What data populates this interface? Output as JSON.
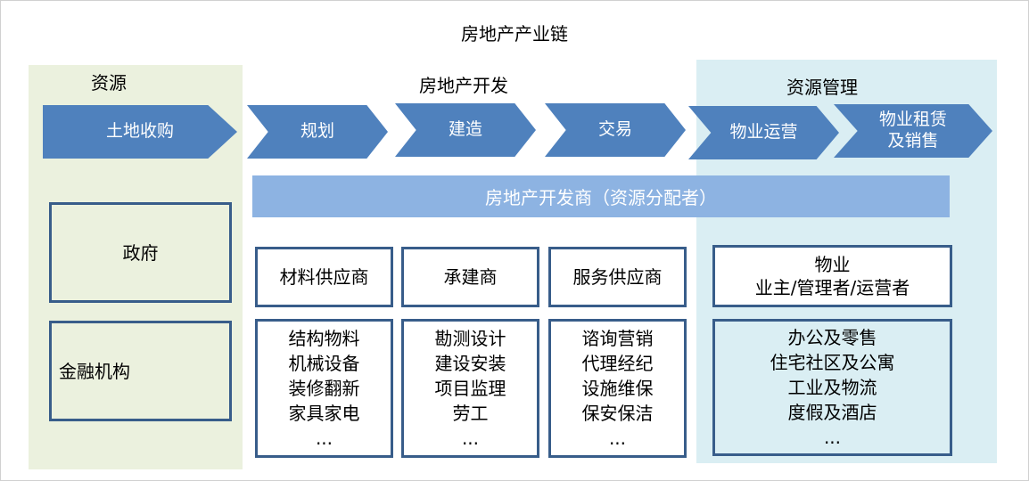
{
  "title": "房地产产业链",
  "sections": {
    "resources": "资源",
    "development": "房地产开发",
    "management": "资源管理"
  },
  "arrows": [
    "土地收购",
    "规划",
    "建造",
    "交易",
    "物业运营",
    "物业租赁\n及销售"
  ],
  "developer_bar": "房地产开发商（资源分配者）",
  "left_boxes": [
    "政府",
    "金融机构"
  ],
  "headers": [
    "材料供应商",
    "承建商",
    "服务供应商",
    "物业\n业主/管理者/运营者"
  ],
  "lists": [
    [
      "结构物料",
      "机械设备",
      "装修翻新",
      "家具家电",
      "..."
    ],
    [
      "勘测设计",
      "建设安装",
      "项目监理",
      "劳工",
      "..."
    ],
    [
      "谘询营销",
      "代理经纪",
      "设施维保",
      "保安保洁",
      "..."
    ],
    [
      "办公及零售",
      "住宅社区及公寓",
      "工业及物流",
      "度假及酒店",
      "..."
    ]
  ],
  "colors": {
    "arrow": "#4f81bd",
    "bar": "#8db3e2",
    "left_panel": "#ebf1de",
    "right_panel": "#daeef3",
    "border": "#385d8a"
  }
}
